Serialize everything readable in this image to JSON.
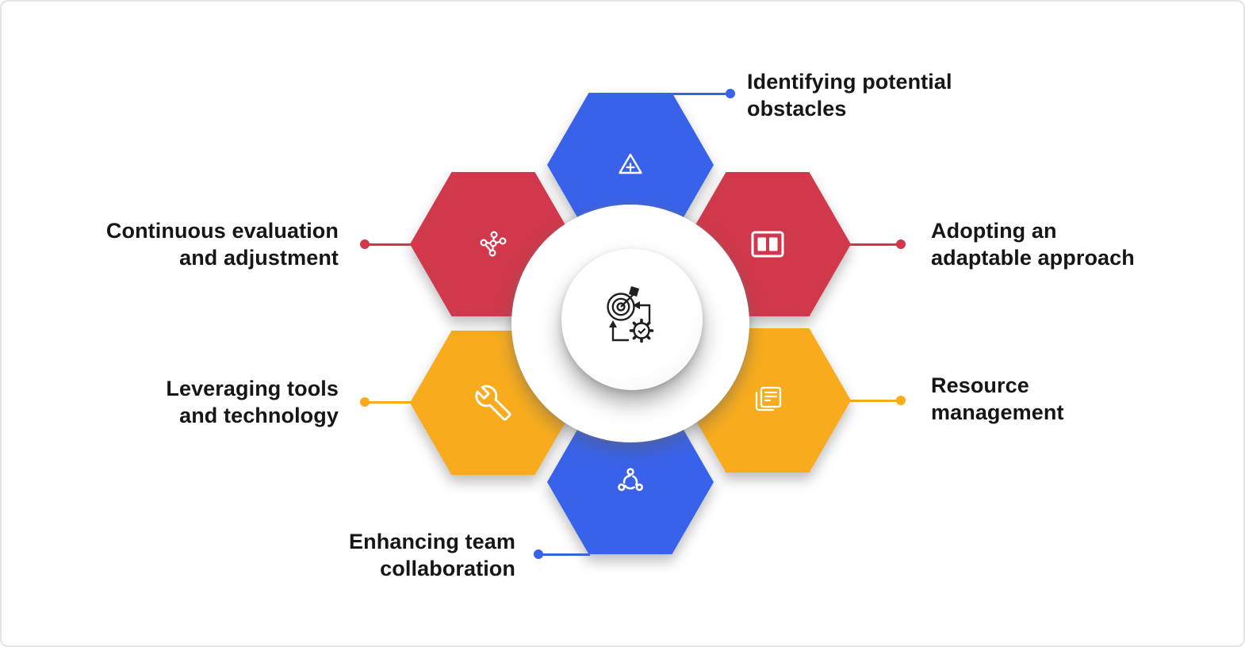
{
  "canvas": {
    "background": "#ffffff",
    "border_color": "#e3e3e3"
  },
  "colors": {
    "blue": "#3962EA",
    "red": "#D1384B",
    "yellow": "#F8AC1D",
    "text": "#161616",
    "icon_stroke": "#ffffff",
    "center_icon_stroke": "#1f1f1f"
  },
  "center": {
    "icon": "target-gear-cycle-icon"
  },
  "items": [
    {
      "id": "identifying-potential-obstacles",
      "position": "top",
      "color": "blue",
      "icon": "warning-triangle-icon",
      "label": "Identifying potential obstacles",
      "line1": "Identifying potential",
      "line2": "obstacles"
    },
    {
      "id": "adopting-an-adaptable-approach",
      "position": "upper-right",
      "color": "red",
      "icon": "columns-board-icon",
      "label": "Adopting an adaptable approach",
      "line1": "Adopting an",
      "line2": "adaptable approach"
    },
    {
      "id": "resource-management",
      "position": "lower-right",
      "color": "yellow",
      "icon": "documents-icon",
      "label": "Resource management",
      "line1": "Resource",
      "line2": "management"
    },
    {
      "id": "enhancing-team-collaboration",
      "position": "bottom",
      "color": "blue",
      "icon": "team-collaboration-icon",
      "label": "Enhancing team collaboration",
      "line1": "Enhancing team",
      "line2": "collaboration"
    },
    {
      "id": "leveraging-tools-and-technology",
      "position": "lower-left",
      "color": "yellow",
      "icon": "wrench-icon",
      "label": "Leveraging tools and technology",
      "line1": "Leveraging tools",
      "line2": "and technology"
    },
    {
      "id": "continuous-evaluation-and-adjustment",
      "position": "upper-left",
      "color": "red",
      "icon": "network-nodes-icon",
      "label": "Continuous evaluation and adjustment",
      "line1": "Continuous evaluation",
      "line2": "and adjustment"
    }
  ]
}
